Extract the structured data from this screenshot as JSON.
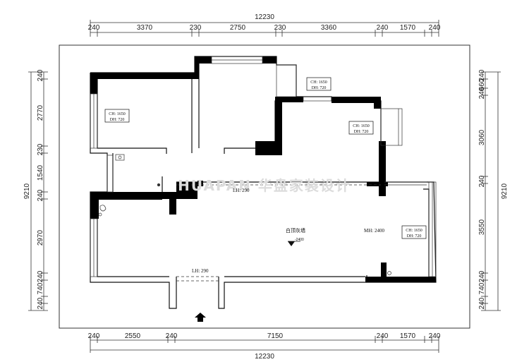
{
  "dimensions": {
    "top_total": "12230",
    "top_segments": [
      "240",
      "3370",
      "230",
      "2750",
      "230",
      "3360",
      "240",
      "1570",
      "240"
    ],
    "bottom_total": "12230",
    "bottom_segments": [
      "240",
      "2550",
      "240",
      "7150",
      "240",
      "1570",
      "240"
    ],
    "left_total": "9210",
    "left_segments": [
      "240",
      "2770",
      "230",
      "1540",
      "240",
      "2970",
      "240",
      "740",
      "240"
    ],
    "right_total": "9210",
    "right_segments": [
      "240",
      "660",
      "240",
      "3060",
      "240",
      "3550",
      "240",
      "740",
      "240"
    ]
  },
  "labels": {
    "window_top": {
      "ch": "CH: 1650",
      "dh": "DH: 720"
    },
    "window_bedroom": {
      "ch": "CH: 1650",
      "dh": "DH: 720"
    },
    "window_right_room": {
      "ch": "CH: 1650",
      "dh": "DH: 720"
    },
    "window_living": {
      "ch": "CH: 1650",
      "dh": "DH: 720"
    },
    "beam_1": "LH: 290",
    "beam_2": "LH: 290",
    "ceiling_note": "白顶灰墙",
    "ceiling_height": "MH: 2400",
    "level_mark": "-2400",
    "watermark": "HUAPAN 华盘家装设计"
  },
  "colors": {
    "wall": "#000000",
    "line": "#333333"
  }
}
